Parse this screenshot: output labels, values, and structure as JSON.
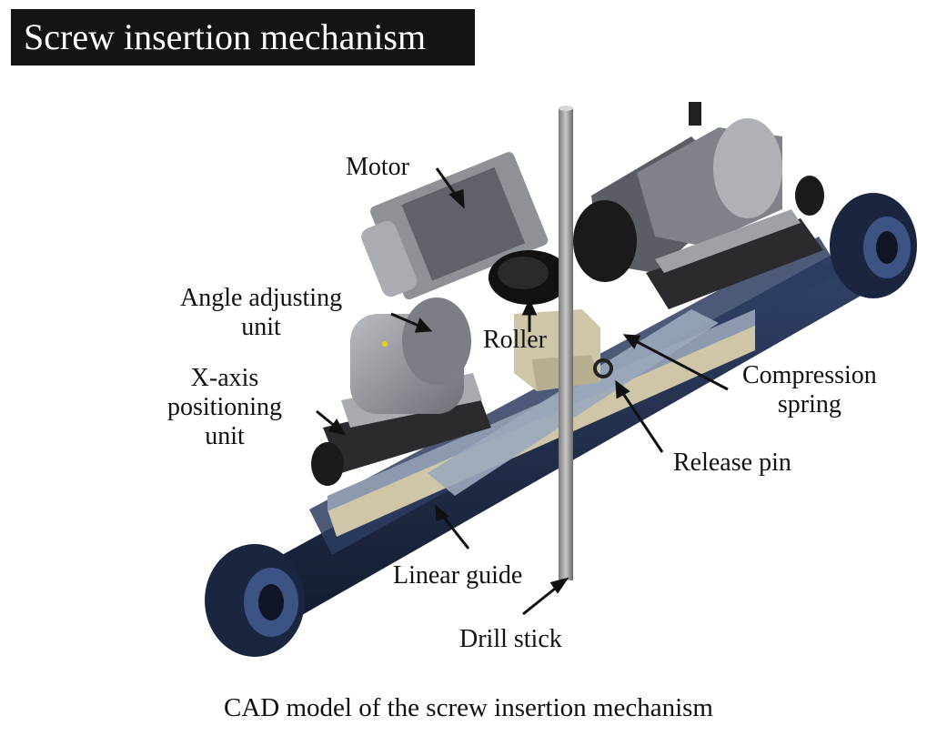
{
  "title": "Screw insertion mechanism",
  "caption": "CAD model of the screw insertion mechanism",
  "labels": {
    "motor": "Motor",
    "angle_line1": "Angle adjusting",
    "angle_line2": "unit",
    "roller": "Roller",
    "xaxis_line1": "X-axis",
    "xaxis_line2": "positioning",
    "xaxis_line3": "unit",
    "compression_line1": "Compression",
    "compression_line2": "spring",
    "release_pin": "Release pin",
    "linear_guide": "Linear guide",
    "drill_stick": "Drill stick"
  },
  "colors": {
    "title_background": "#141414",
    "frame_blue": "#1c2b4a",
    "wheel_blue": "#1a2540",
    "housing_grey": "#8e9196",
    "dark_metal": "#2a2b2f",
    "bracket_beige": "#cfc6a8",
    "stick_grey": "#9a9a9a"
  }
}
